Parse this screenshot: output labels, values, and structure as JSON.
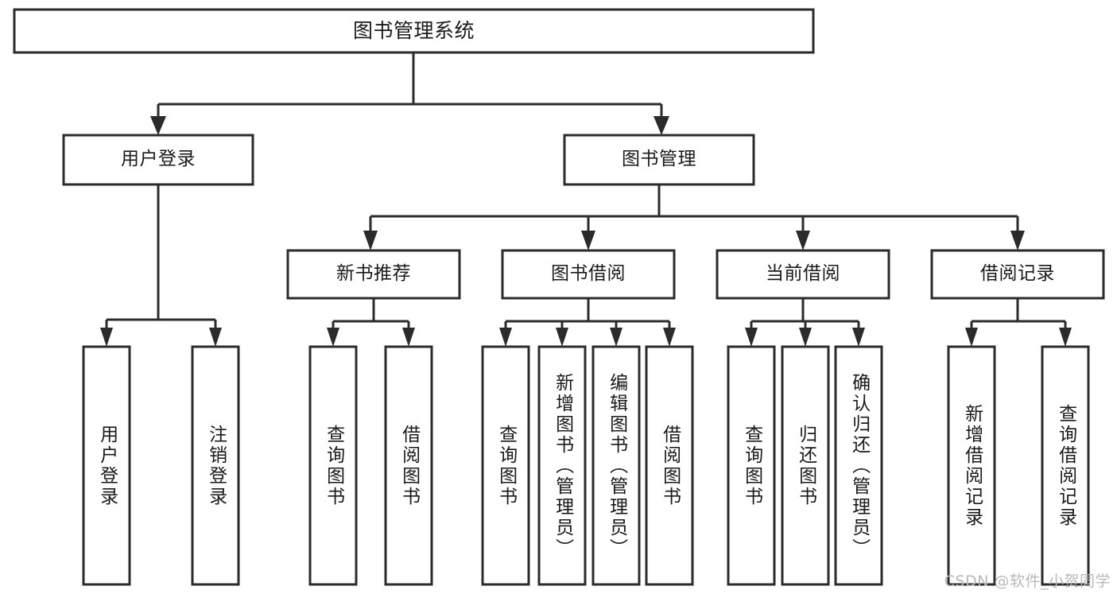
{
  "diagram": {
    "type": "tree-hierarchy",
    "title": "图书管理系统",
    "orientation": "top-down",
    "watermark": "CSDN @软件_小贺同学",
    "colors": {
      "box_stroke": "#2b2b2b",
      "box_fill": "#ffffff",
      "connector": "#2b2b2b",
      "text": "#1a1a1a",
      "watermark": "#b9b9b9",
      "background": "#ffffff"
    },
    "nodes": {
      "root": {
        "label": "图书管理系统",
        "level": 1
      },
      "level2": [
        {
          "id": "user-login",
          "label": "用户登录"
        },
        {
          "id": "book-manage",
          "label": "图书管理"
        }
      ],
      "level3": [
        {
          "id": "new-book-recommend",
          "label": "新书推荐",
          "parent": "book-manage"
        },
        {
          "id": "book-borrow",
          "label": "图书借阅",
          "parent": "book-manage"
        },
        {
          "id": "current-borrow",
          "label": "当前借阅",
          "parent": "book-manage"
        },
        {
          "id": "borrow-record",
          "label": "借阅记录",
          "parent": "book-manage"
        }
      ],
      "leaves": [
        {
          "id": "leaf-user-login",
          "label": "用户登录",
          "parent": "user-login"
        },
        {
          "id": "leaf-logout",
          "label": "注销登录",
          "parent": "user-login"
        },
        {
          "id": "leaf-query-book-1",
          "label": "查询图书",
          "parent": "new-book-recommend"
        },
        {
          "id": "leaf-borrow-book-1",
          "label": "借阅图书",
          "parent": "new-book-recommend"
        },
        {
          "id": "leaf-query-book-2",
          "label": "查询图书",
          "parent": "book-borrow"
        },
        {
          "id": "leaf-add-book",
          "label": "新增图书（管理员）",
          "parent": "book-borrow"
        },
        {
          "id": "leaf-edit-book",
          "label": "编辑图书（管理员）",
          "parent": "book-borrow"
        },
        {
          "id": "leaf-borrow-book-2",
          "label": "借阅图书",
          "parent": "book-borrow"
        },
        {
          "id": "leaf-query-book-3",
          "label": "查询图书",
          "parent": "current-borrow"
        },
        {
          "id": "leaf-return-book",
          "label": "归还图书",
          "parent": "current-borrow"
        },
        {
          "id": "leaf-confirm-return",
          "label": "确认归还（管理员）",
          "parent": "current-borrow"
        },
        {
          "id": "leaf-add-record",
          "label": "新增借阅记录",
          "parent": "borrow-record"
        },
        {
          "id": "leaf-query-record",
          "label": "查询借阅记录",
          "parent": "borrow-record"
        }
      ]
    }
  }
}
